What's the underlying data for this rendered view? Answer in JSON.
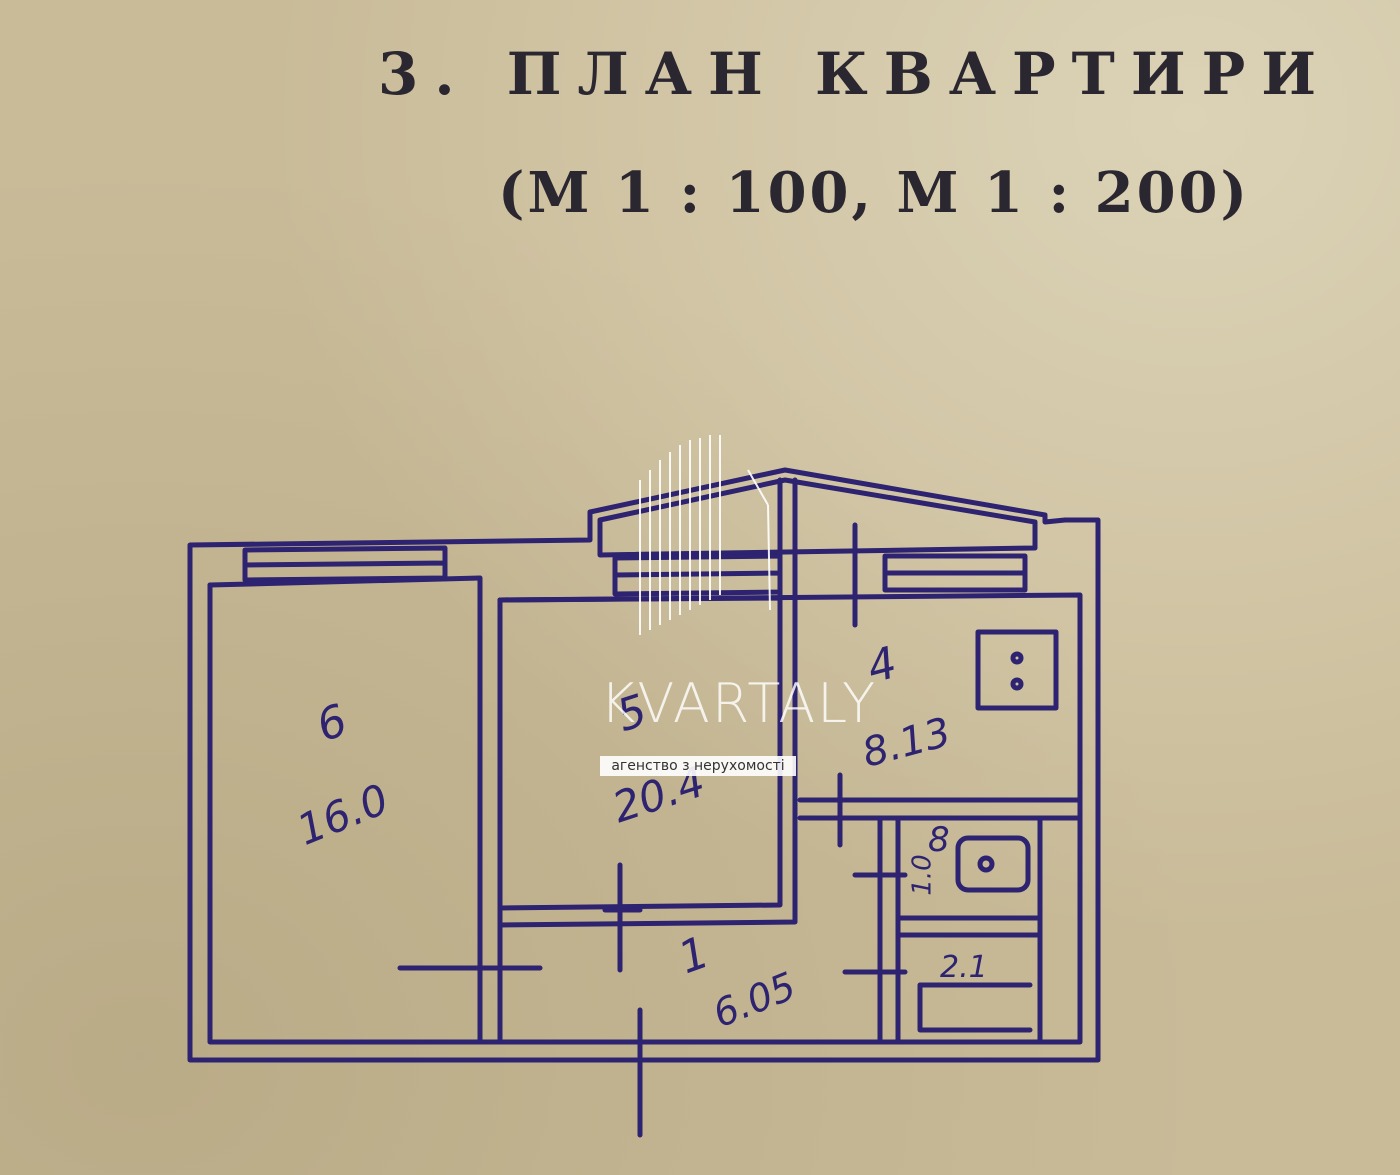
{
  "document": {
    "heading": "3. ПЛАН КВАРТИРИ",
    "scale": "(М 1 : 100, М 1 : 200)"
  },
  "plan": {
    "ink_color": "#2d2370",
    "rooms": [
      {
        "number": "6",
        "area": "16.0"
      },
      {
        "number": "5",
        "area": "20.4"
      },
      {
        "number": "4",
        "area": "8.13"
      },
      {
        "number": "1",
        "area": "6.05"
      },
      {
        "number": "8",
        "area": "1.0"
      },
      {
        "area": "2.1"
      }
    ]
  },
  "watermark": {
    "name": "KVARTALY",
    "tagline": "агенство з нерухомості",
    "icon": "building-lines-icon"
  }
}
